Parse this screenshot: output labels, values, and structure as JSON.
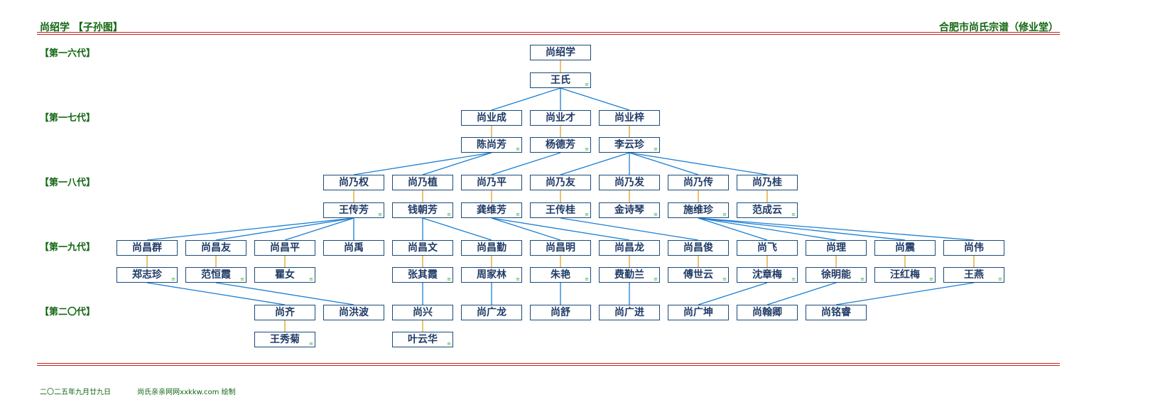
{
  "header": {
    "left_title": "尚绍学 【子孙图】",
    "right_title": "合肥市尚氏宗谱（修业堂）"
  },
  "generations": [
    "【第一六代】",
    "【第一七代】",
    "【第一八代】",
    "【第一九代】",
    "【第二〇代】"
  ],
  "footer": {
    "date": "二〇二五年九月廿九日",
    "credit": "尚氏亲亲网网xxkkw.com 绘制"
  },
  "colors": {
    "line": "#1a7fd4",
    "spouse_line": "#e0a020",
    "box_border": "#1a4a7a",
    "header_text": "#116611",
    "rule": "#cc2222"
  },
  "tree": {
    "gen16": [
      {
        "name": "尚绍学",
        "spouse": "王氏"
      }
    ],
    "gen17": [
      {
        "name": "尚业成",
        "spouse": "陈尚芳"
      },
      {
        "name": "尚业才",
        "spouse": "杨德芳"
      },
      {
        "name": "尚业梓",
        "spouse": "李云珍"
      }
    ],
    "gen18": [
      {
        "name": "尚乃权",
        "spouse": "王传芳"
      },
      {
        "name": "尚乃植",
        "spouse": "钱朝芳"
      },
      {
        "name": "尚乃平",
        "spouse": "龚维芳"
      },
      {
        "name": "尚乃友",
        "spouse": "王传桂"
      },
      {
        "name": "尚乃发",
        "spouse": "金诗琴"
      },
      {
        "name": "尚乃传",
        "spouse": "施维珍"
      },
      {
        "name": "尚乃桂",
        "spouse": "范成云"
      }
    ],
    "gen19": [
      {
        "name": "尚昌群",
        "spouse": "郑志珍"
      },
      {
        "name": "尚昌友",
        "spouse": "范恒霞"
      },
      {
        "name": "尚昌平",
        "spouse": "瞿女"
      },
      {
        "name": "尚禹",
        "spouse": ""
      },
      {
        "name": "尚昌文",
        "spouse": "张其霞"
      },
      {
        "name": "尚昌勤",
        "spouse": "周家林"
      },
      {
        "name": "尚昌明",
        "spouse": "朱艳"
      },
      {
        "name": "尚昌龙",
        "spouse": "费勤兰"
      },
      {
        "name": "尚昌俊",
        "spouse": "傅世云"
      },
      {
        "name": "尚飞",
        "spouse": "沈章梅"
      },
      {
        "name": "尚理",
        "spouse": "徐明能"
      },
      {
        "name": "尚震",
        "spouse": "汪红梅"
      },
      {
        "name": "尚伟",
        "spouse": "王燕"
      }
    ],
    "gen20": [
      {
        "name": "尚齐",
        "spouse": "王秀菊"
      },
      {
        "name": "尚洪波",
        "spouse": ""
      },
      {
        "name": "尚兴",
        "spouse": "叶云华"
      },
      {
        "name": "尚广龙",
        "spouse": ""
      },
      {
        "name": "尚舒",
        "spouse": ""
      },
      {
        "name": "尚广进",
        "spouse": ""
      },
      {
        "name": "尚广坤",
        "spouse": ""
      },
      {
        "name": "尚翰卿",
        "spouse": ""
      },
      {
        "name": "尚铭睿",
        "spouse": ""
      }
    ]
  }
}
